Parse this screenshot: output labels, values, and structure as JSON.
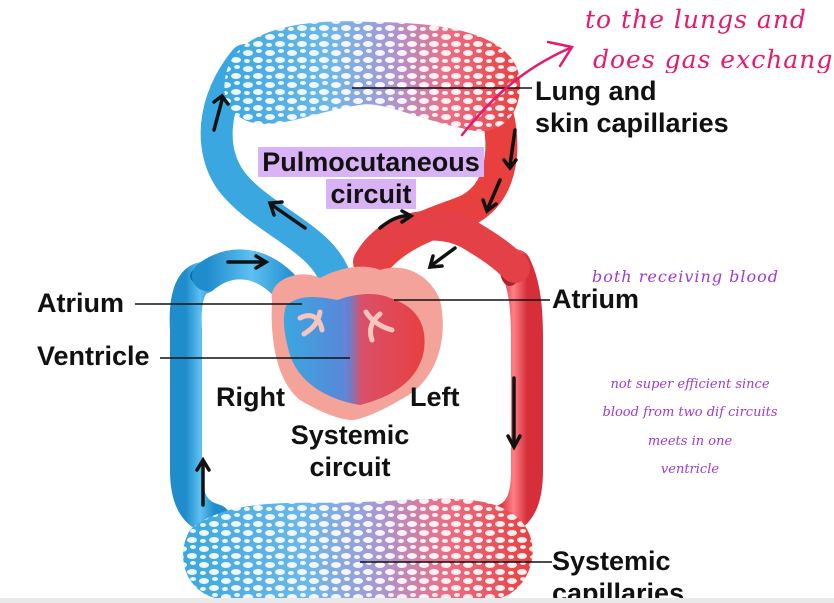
{
  "labels": {
    "lung_capillaries": [
      "Lung and",
      "skin capillaries"
    ],
    "pulmocutaneous": [
      "Pulmocutaneous",
      "circuit"
    ],
    "atrium_left_side": "Atrium",
    "atrium_right_side": "Atrium",
    "ventricle": "Ventricle",
    "right": "Right",
    "left": "Left",
    "systemic_circuit": [
      "Systemic",
      "circuit"
    ],
    "systemic_capillaries": [
      "Systemic",
      "capillaries"
    ]
  },
  "handwritten": {
    "pink_note": [
      "to the lungs and",
      "does gas exchange"
    ],
    "both_note": "both receiving blood",
    "efficiency_note": [
      "not super efficient since",
      "blood from two dif circuits",
      "meets in one",
      "ventricle"
    ]
  },
  "colors": {
    "deoxygenated": "#3aa7e0",
    "oxygenated": "#e8403f",
    "heart_tissue": "#f4a39a",
    "annotation_pink": "#e6196f",
    "annotation_purple": "#9b3ad8",
    "highlight": "#d9b3f5"
  }
}
